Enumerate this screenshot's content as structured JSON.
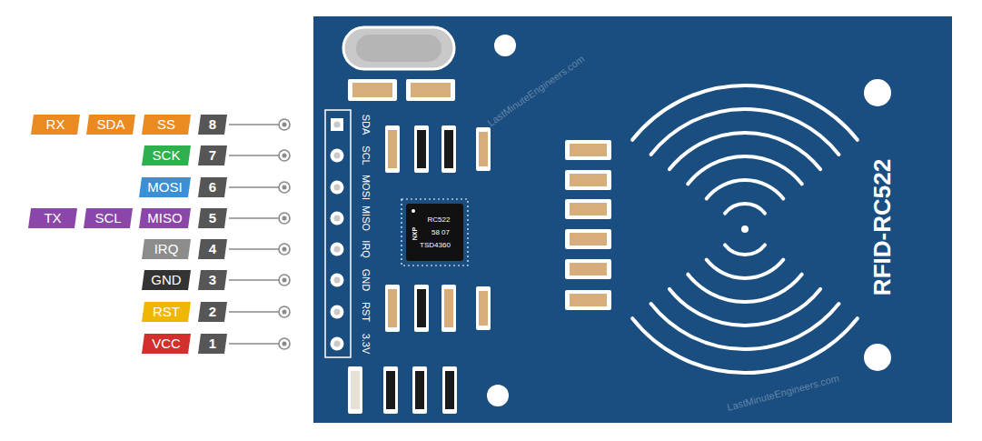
{
  "diagram": {
    "nodes": [
      {
        "text": [
          "RX"
        ]
      },
      {
        "text": [
          "SDA"
        ]
      },
      {
        "text": [
          "SS"
        ]
      },
      {
        "text": [
          "8"
        ]
      },
      {
        "text": [
          "SCK"
        ]
      },
      {
        "text": [
          "7"
        ]
      },
      {
        "text": [
          "MOSI"
        ]
      },
      {
        "text": [
          "6"
        ]
      },
      {
        "text": [
          "TX"
        ]
      },
      {
        "text": [
          "SCL"
        ]
      },
      {
        "text": [
          "MISO"
        ]
      },
      {
        "text": [
          "5"
        ]
      },
      {
        "text": [
          "IRQ"
        ]
      },
      {
        "text": [
          "4"
        ]
      },
      {
        "text": [
          "GND"
        ]
      },
      {
        "text": [
          "3"
        ]
      },
      {
        "text": [
          "RST"
        ]
      },
      {
        "text": [
          "2"
        ]
      },
      {
        "text": [
          "VCC"
        ]
      },
      {
        "text": [
          "1"
        ]
      }
    ],
    "labels": [
      "SDA",
      "SCL",
      "MOSI",
      "MISO",
      "IRQ",
      "GND",
      "RST",
      "3.3V",
      "NXP",
      "RC522",
      "58 07",
      "TSD4360",
      "RFID-RC522",
      "LastMinuteEngineers.com",
      "LastMinuteEngineers.com"
    ]
  }
}
